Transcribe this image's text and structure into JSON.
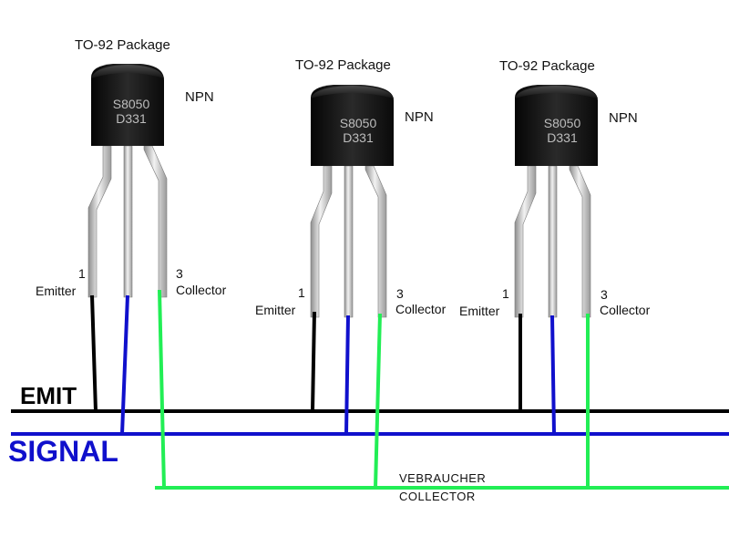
{
  "transistors": [
    {
      "package": "TO-92 Package",
      "type": "NPN",
      "marking_line1": "S8050",
      "marking_line2": "D331",
      "pin1_number": "1",
      "pin1_name": "Emitter",
      "pin3_number": "3",
      "pin3_name": "Collector"
    },
    {
      "package": "TO-92 Package",
      "type": "NPN",
      "marking_line1": "S8050",
      "marking_line2": "D331",
      "pin1_number": "1",
      "pin1_name": "Emitter",
      "pin3_number": "3",
      "pin3_name": "Collector"
    },
    {
      "package": "TO-92 Package",
      "type": "NPN",
      "marking_line1": "S8050",
      "marking_line2": "D331",
      "pin1_number": "1",
      "pin1_name": "Emitter",
      "pin3_number": "3",
      "pin3_name": "Collector"
    }
  ],
  "buses": {
    "emit": {
      "label": "EMIT",
      "color": "#000000"
    },
    "signal": {
      "label": "SIGNAL",
      "color": "#1010cc"
    },
    "collector": {
      "label_line1": "VEBRAUCHER",
      "label_line2": "COLLECTOR",
      "color": "#22ee55"
    }
  }
}
